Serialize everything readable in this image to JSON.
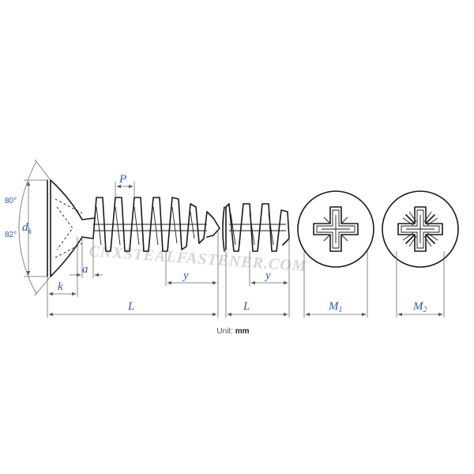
{
  "figure": {
    "watermark": "CNXSTEALFASTENER.COM",
    "angles": [
      "80°",
      "82°"
    ],
    "labels": {
      "dk": {
        "main": "d",
        "sub": "k"
      },
      "k": "k",
      "a": "a",
      "P": "P",
      "y_left": "y",
      "y_right": "y",
      "L_left": "L",
      "L_right": "L",
      "M1": {
        "main": "M",
        "sub": "1"
      },
      "M2": {
        "main": "M",
        "sub": "2"
      }
    },
    "unit": {
      "prefix": "Unit:",
      "value": "mm"
    },
    "colors": {
      "label": "#2f5aa8",
      "ink": "#1a1a1a",
      "dimension": "#6a6a6a",
      "watermark": "#d6d6d6"
    }
  }
}
